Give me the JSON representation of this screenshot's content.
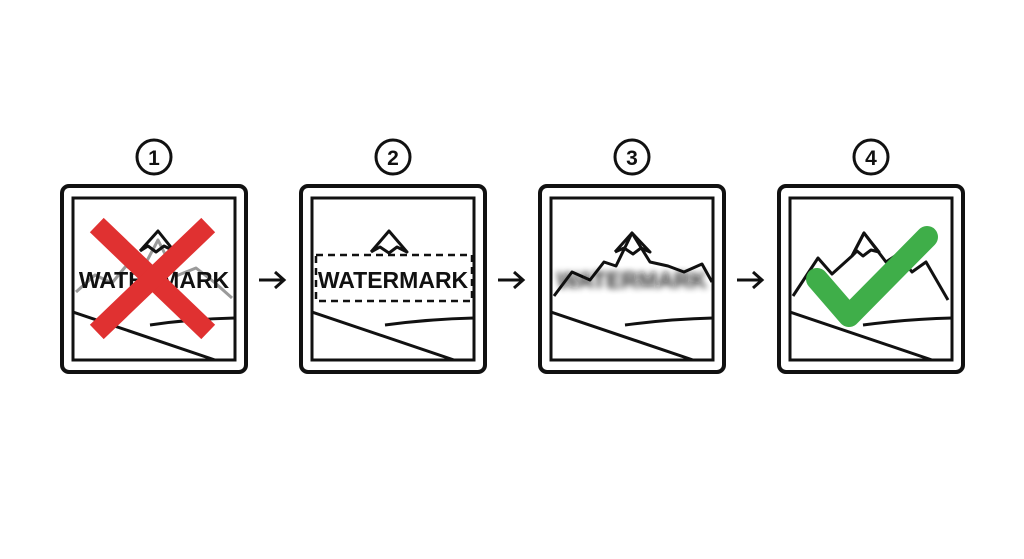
{
  "steps": [
    {
      "number": "1",
      "watermark_text": "WATERMARK",
      "state": "marked-bad"
    },
    {
      "number": "2",
      "watermark_text": "WATERMARK",
      "state": "selected"
    },
    {
      "number": "3",
      "watermark_text": "WATERMARK",
      "state": "blurred"
    },
    {
      "number": "4",
      "watermark_text": "",
      "state": "clean-approved"
    }
  ],
  "colors": {
    "line": "#111111",
    "faded_line": "#9a9a9a",
    "cross": "#e03131",
    "check": "#3fae49"
  }
}
